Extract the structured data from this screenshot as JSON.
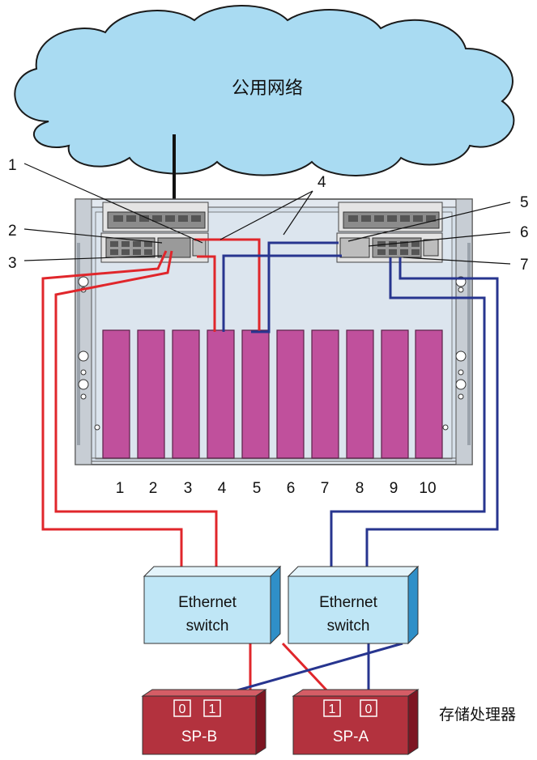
{
  "cloud_label": "公用网络",
  "callouts": [
    "1",
    "2",
    "3",
    "4",
    "5",
    "6",
    "7"
  ],
  "slot_numbers": [
    "1",
    "2",
    "3",
    "4",
    "5",
    "6",
    "7",
    "8",
    "9",
    "10"
  ],
  "switches": [
    {
      "line1": "Ethernet",
      "line2": "switch"
    },
    {
      "line1": "Ethernet",
      "line2": "switch"
    }
  ],
  "storage_processors": [
    {
      "name": "SP-B",
      "ports": [
        "0",
        "1"
      ]
    },
    {
      "name": "SP-A",
      "ports": [
        "1",
        "0"
      ]
    }
  ],
  "storage_label": "存储处理器",
  "colors": {
    "cloud": "#a9dbf2",
    "cloud_stroke": "#1a1a1a",
    "chassis": "#dfe6ee",
    "slot": "#c0509c",
    "red_cable": "#e0262b",
    "blue_cable": "#27358f",
    "switch_face": "#bfe6f6",
    "switch_side": "#2f8fc8",
    "sp_face": "#b3323e",
    "sp_side": "#7d1522"
  }
}
